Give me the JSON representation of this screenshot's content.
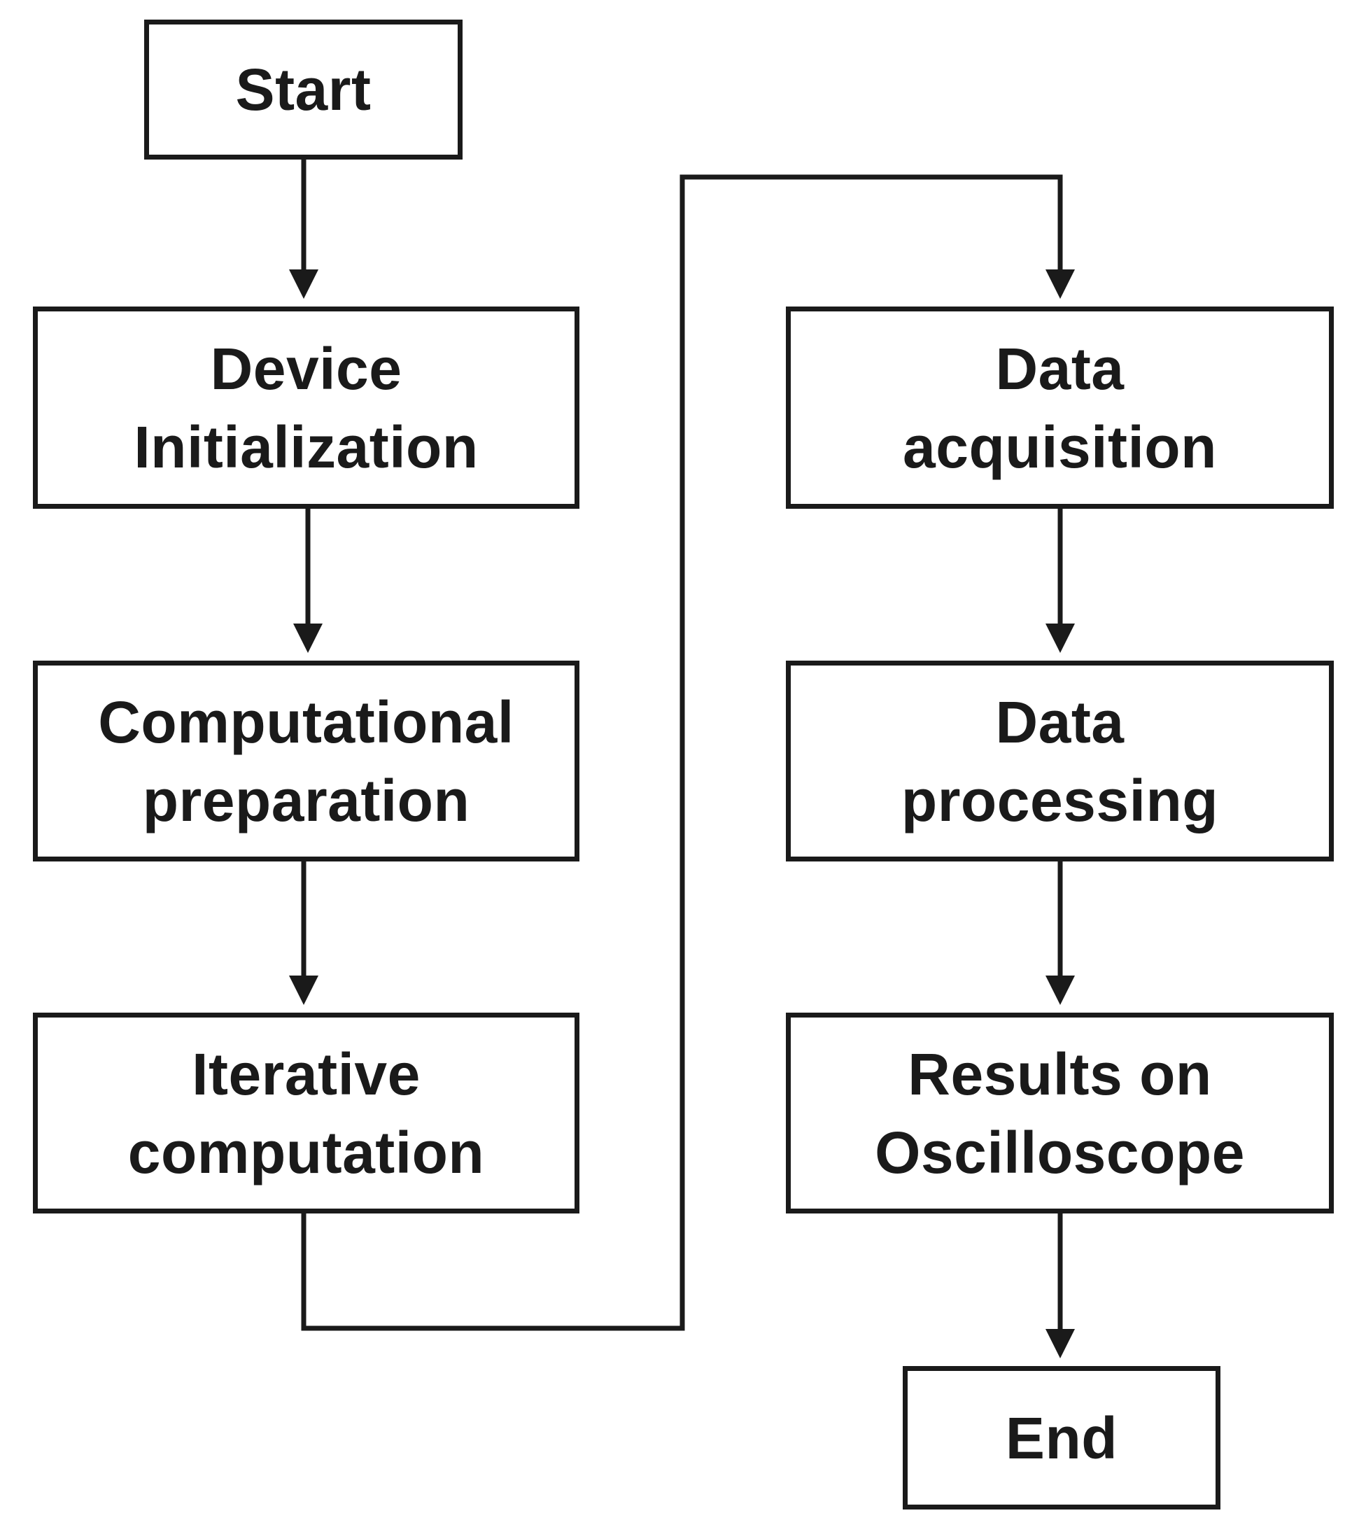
{
  "nodes": {
    "start": "Start",
    "device_initialization": "Device\nInitialization",
    "computational_preparation": "Computational\npreparation",
    "iterative_computation": "Iterative\ncomputation",
    "data_acquisition": "Data\nacquisition",
    "data_processing": "Data\nprocessing",
    "results_on_oscilloscope": "Results on\nOscilloscope",
    "end": "End"
  },
  "colors": {
    "stroke": "#1a1a1a",
    "background": "#ffffff"
  }
}
